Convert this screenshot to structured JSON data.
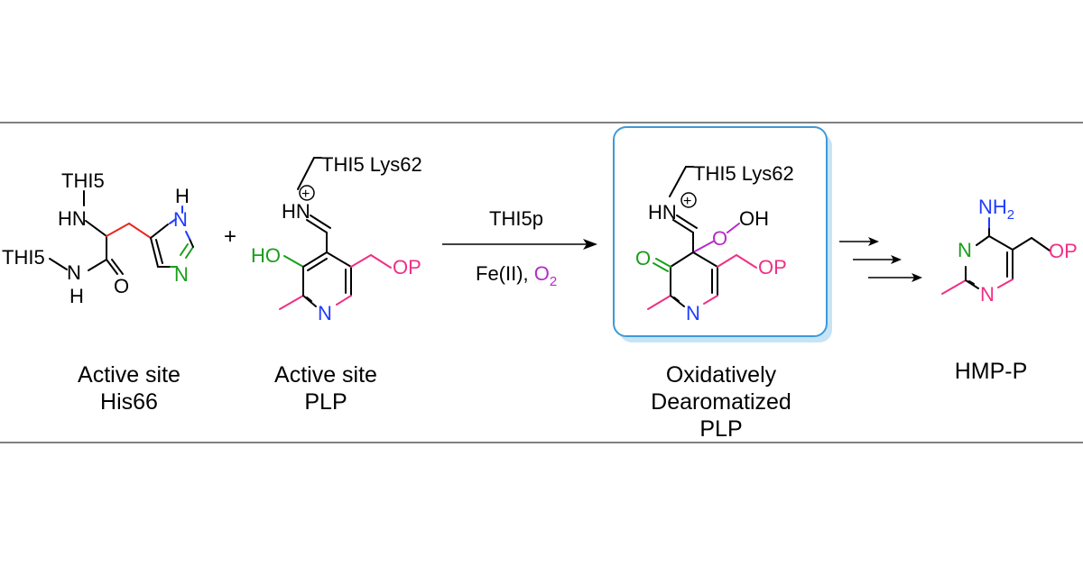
{
  "colors": {
    "red": "#e8281e",
    "green": "#1a9e1a",
    "blue": "#1f3cff",
    "pink": "#ef2f86",
    "purple": "#b42cc8",
    "highlight_border": "#3d9ad8",
    "highlight_shadow": "#c7e3f6"
  },
  "his": {
    "thi5_top": "THI5",
    "hn": "HN",
    "thi5_left": "THI5",
    "n": "N",
    "h_below": "H",
    "o": "O",
    "ring_h": "H",
    "ring_n_top": "N",
    "ring_n_bottom": "N",
    "caption_line1": "Active site",
    "caption_line2": "His66"
  },
  "plus": "+",
  "plp": {
    "lys": "THI5 Lys62",
    "hn": "HN",
    "charge": "+",
    "ho": "HO",
    "op": "OP",
    "n": "N",
    "caption_line1": "Active site",
    "caption_line2": "PLP"
  },
  "arrow": {
    "above": "THI5p",
    "below_1": "Fe(II), ",
    "below_o": "O",
    "below_sub": "2"
  },
  "odp": {
    "lys": "THI5 Lys62",
    "hn": "HN",
    "charge": "+",
    "o_peroxo": "O",
    "oh": "OH",
    "o_keto": "O",
    "op": "OP",
    "n": "N",
    "caption_line1": "Oxidatively",
    "caption_line2": "Dearomatized",
    "caption_line3": "PLP"
  },
  "hmp": {
    "nh2": "NH",
    "nh2_sub": "2",
    "n_top": "N",
    "n_bottom": "N",
    "op": "OP",
    "caption": "HMP-P"
  }
}
